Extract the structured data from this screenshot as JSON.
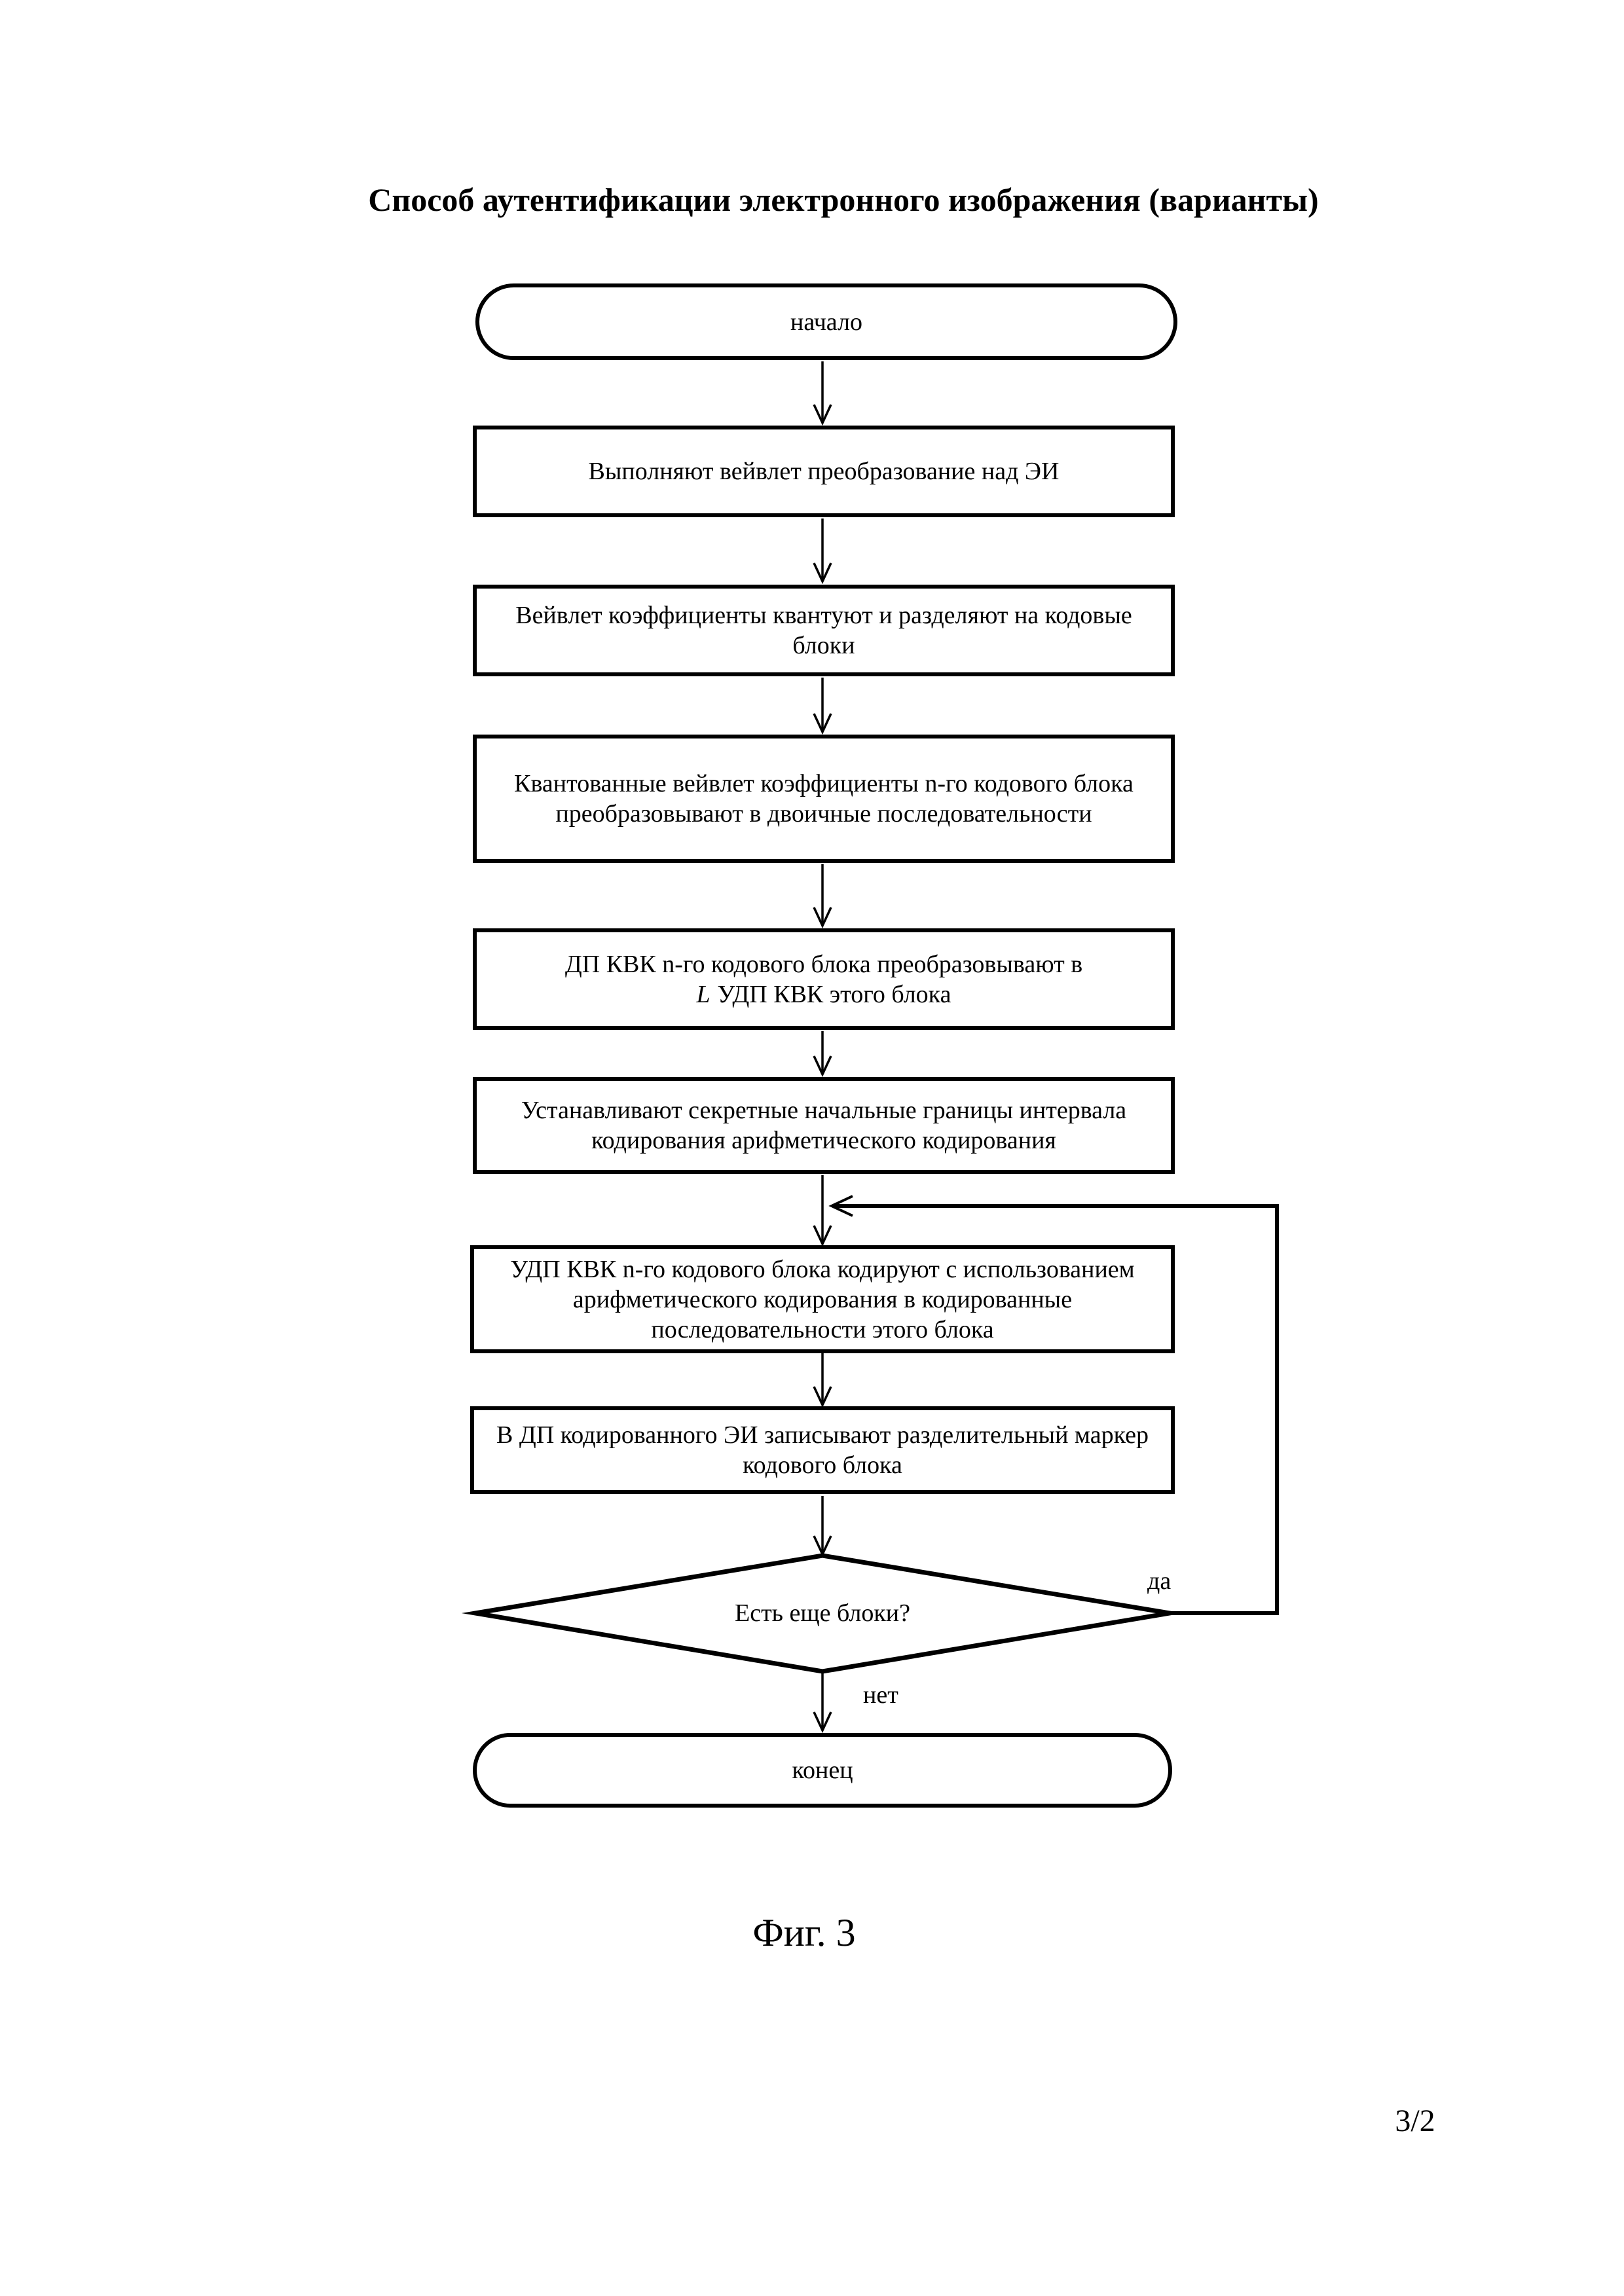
{
  "page": {
    "title": "Способ аутентификации электронного изображения (варианты)",
    "figure_caption": "Фиг. 3",
    "page_number": "3/2"
  },
  "flowchart": {
    "start_label": "начало",
    "end_label": "конец",
    "steps": [
      {
        "lines": [
          "Выполняют вейвлет преобразование над ЭИ"
        ]
      },
      {
        "lines": [
          "Вейвлет коэффициенты квантуют и разделяют на кодовые",
          "блоки"
        ]
      },
      {
        "lines": [
          "Квантованные вейвлет коэффициенты n-го кодового блока",
          "преобразовывают в двоичные последовательности"
        ]
      },
      {
        "lines": [
          "ДП КВК n-го кодового блока преобразовывают в"
        ],
        "italic_prefix": "L",
        "line2": "УДП КВК этого блока"
      },
      {
        "lines": [
          "Устанавливают секретные начальные границы интервала",
          "кодирования арифметического кодирования"
        ]
      },
      {
        "lines": [
          "УДП КВК  n-го кодового  блока кодируют с использованием",
          "арифметического кодирования в кодированные",
          "последовательности этого блока"
        ]
      },
      {
        "lines": [
          "В ДП кодированного ЭИ записывают разделительный маркер",
          "кодового блока"
        ]
      }
    ],
    "decision": {
      "question": "Есть еще блоки?",
      "yes_label": "да",
      "no_label": "нет"
    }
  },
  "colors": {
    "ink": "#000000",
    "paper": "#ffffff"
  }
}
